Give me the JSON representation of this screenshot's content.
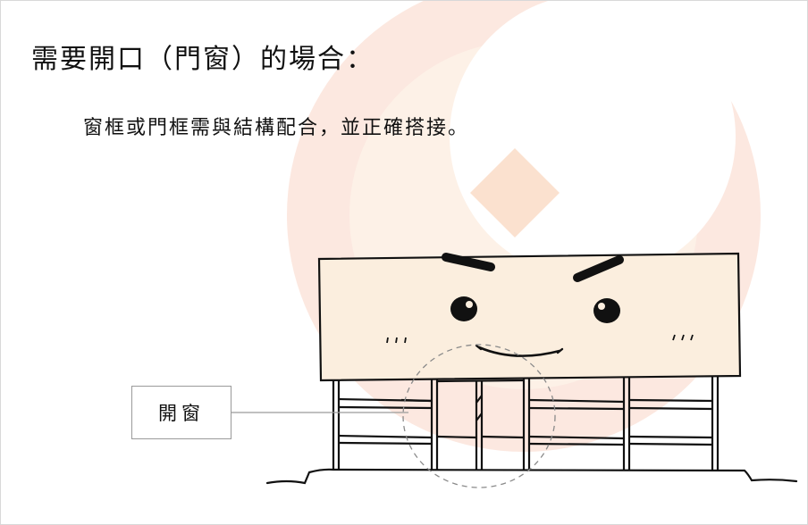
{
  "title": "需要開口（門窗）的場合：",
  "subtitle": "窗框或門框需與結構配合，並正確搭接。",
  "callout": {
    "label": "開窗"
  },
  "icons": {
    "watermark": "logo-watermark",
    "illustration": "cartoon-building-face"
  },
  "colors": {
    "watermark_primary": "#f6c6c2",
    "watermark_secondary": "#fbe4c9",
    "building_fill": "#fbeede",
    "ink": "#111111",
    "callout_border": "#9a9a9a"
  }
}
